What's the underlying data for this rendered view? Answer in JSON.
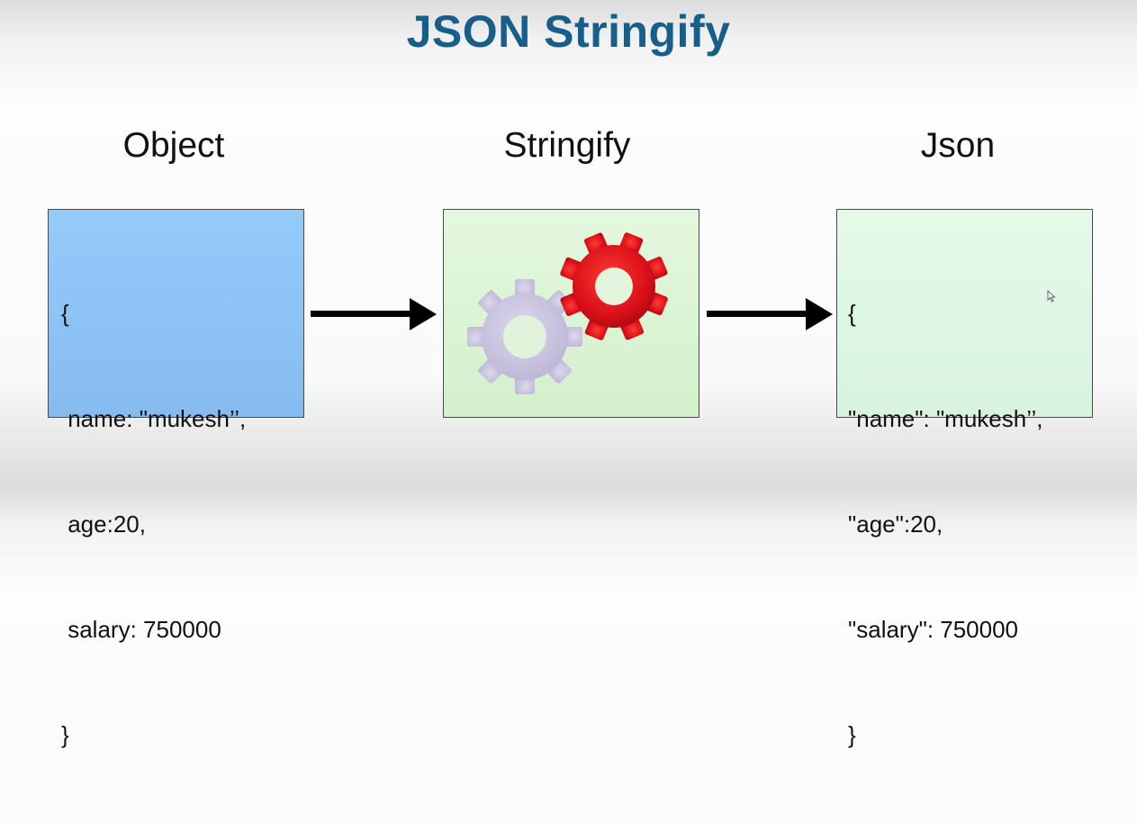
{
  "slide": {
    "title": "JSON Stringify"
  },
  "columns": {
    "object": {
      "heading": "Object",
      "lines": [
        "{",
        " name: \"mukesh’’,",
        " age:20,",
        " salary: 750000",
        "}"
      ]
    },
    "stringify": {
      "heading": "Stringify",
      "icons": [
        "gear-lavender-icon",
        "gear-red-icon"
      ]
    },
    "json": {
      "heading": "Json",
      "lines": [
        "{",
        "\"name\": \"mukesh’’,",
        "\"age\":20,",
        "\"salary\": 750000",
        "}"
      ]
    }
  },
  "colors": {
    "title": "#175f8a",
    "object_box": "#8fc4f6",
    "stringify_box": "#dcf4d5",
    "json_box": "#ddf7e4",
    "gear_red": "#d90f18",
    "gear_lavender": "#c9c3df",
    "arrow": "#000000"
  },
  "icons": {
    "arrows": [
      "arrow-right-icon",
      "arrow-right-icon"
    ],
    "cursor": "mouse-pointer-icon"
  }
}
